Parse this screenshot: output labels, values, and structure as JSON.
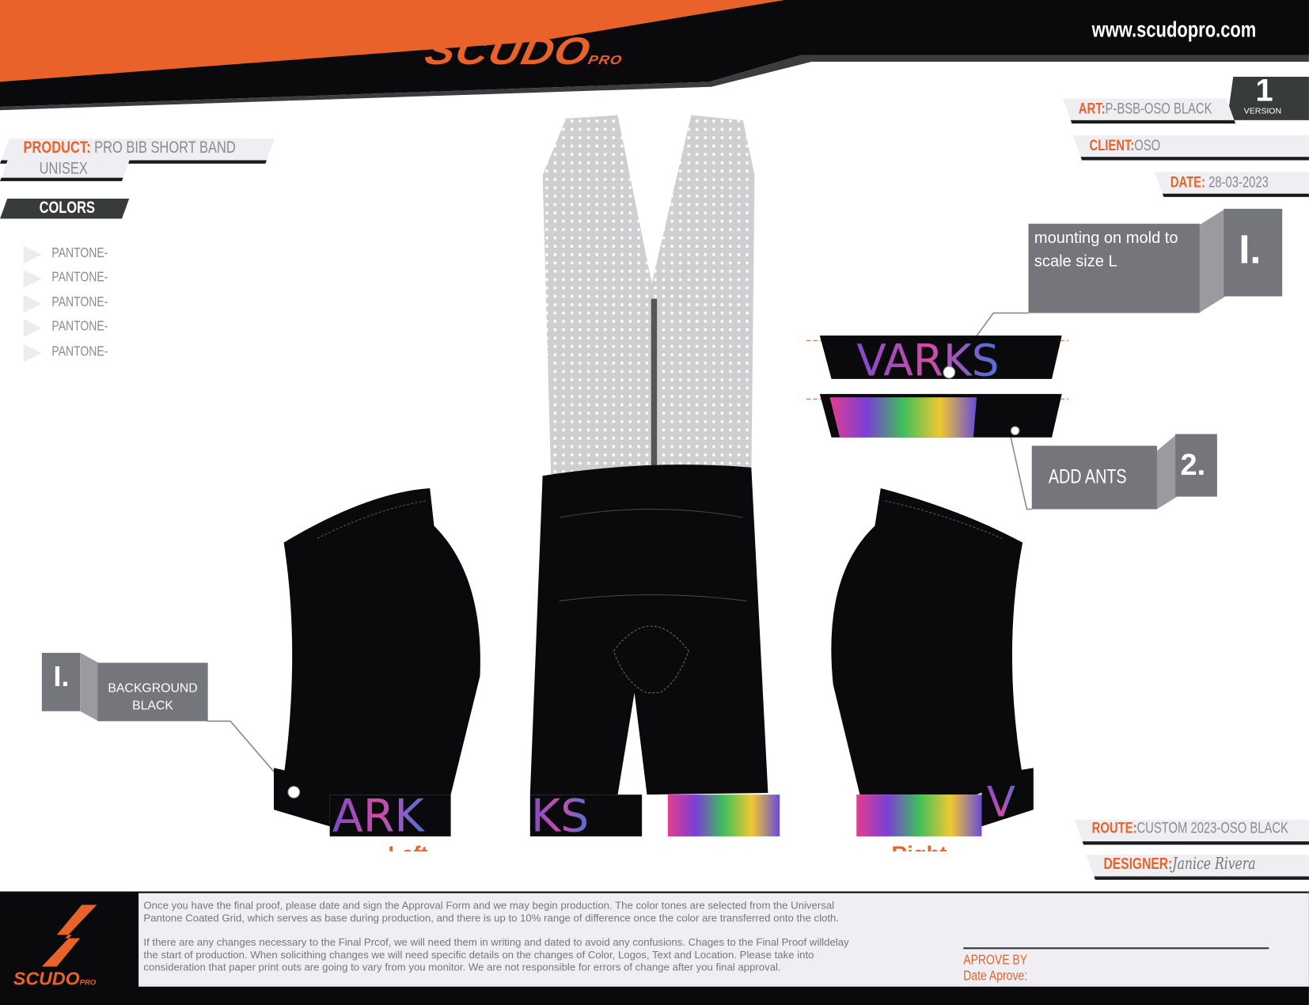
{
  "header": {
    "brand": "SCUDO",
    "brand_suffix": "PRO",
    "website": "www.scudopro.com",
    "colors": {
      "orange": "#e8622a",
      "black": "#0a0a0c",
      "gray": "#75767b"
    }
  },
  "product": {
    "label": "PRODUCT:",
    "value": "PRO BIB SHORT BAND",
    "gender": "UNISEX",
    "colors_heading": "COLORS",
    "pantones": [
      "PANTONE-",
      "PANTONE-",
      "PANTONE-",
      "PANTONE-",
      "PANTONE-"
    ]
  },
  "meta": {
    "version_number": "1",
    "version_label": "VERSION",
    "art_label": "ART:",
    "art_value": "P-BSB-OSO BLACK",
    "client_label": "CLIENT:",
    "client_value": "OSO",
    "date_label": "DATE:",
    "date_value": "28-03-2023",
    "route_label": "ROUTE:",
    "route_value": "CUSTOM 2023-OSO BLACK",
    "designer_label": "DESIGNER:",
    "designer_value": "Janice Rivera"
  },
  "notes": [
    {
      "number": "I.",
      "text": "mounting on mold to scale size L"
    },
    {
      "number": "2.",
      "text": "ADD ANTS"
    },
    {
      "number": "I.",
      "text_line1": "BACKGROUND",
      "text_line2": "BLACK"
    }
  ],
  "garment": {
    "band_text": "VARKS",
    "left_band_text": "ARK",
    "center_band_text": "KS",
    "right_band_text": "V",
    "left_label": "Left",
    "right_label": "Right"
  },
  "footer": {
    "paragraph1_line1": "Once you have the final proof, please date and sign the Approval Form and we may begin production. The color tones are selected from the Universal",
    "paragraph1_line2": "Pantone Coated Grid, which serves as base during production, and there is up to 10% range of difference once the color are transferred onto the cloth.",
    "paragraph2_line1": "If there are any changes necessary to the Final Prcof, we will need them in writing and dated to avoid any confusions. Chages to the Final Proof willdelay",
    "paragraph2_line2": "the start of production. When solicithing changes we will need specific details on the changes of Color, Logos, Text and Location.  Please take into",
    "paragraph2_line3": "consideration that paper print outs are going to vary from you monitor. We are not responsible for errors of change after you final approval.",
    "approve_by": "APROVE BY",
    "date_approve": "Date Aprove:"
  }
}
